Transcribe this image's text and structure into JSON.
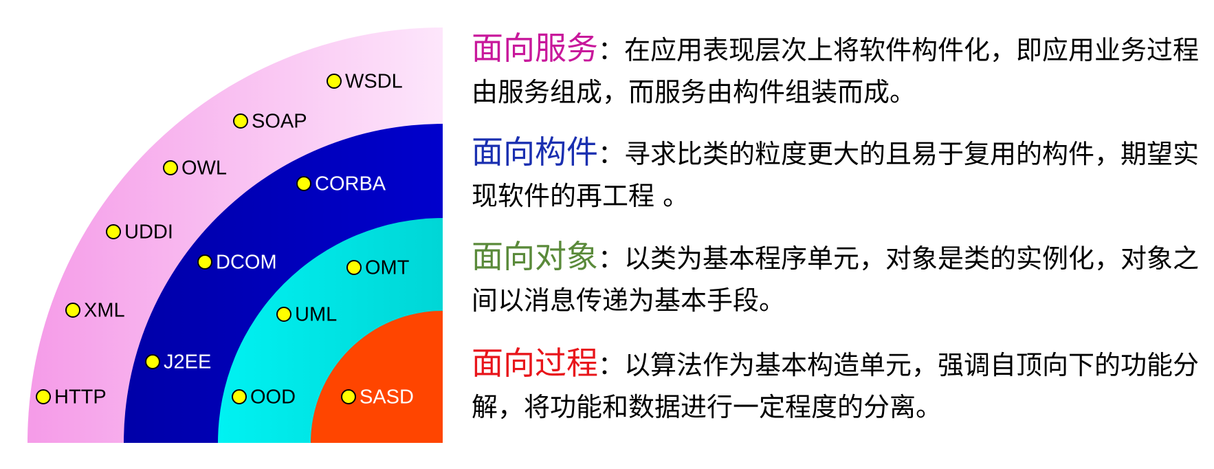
{
  "colors": {
    "rings": [
      "#f7a3ef",
      "#0000c0",
      "#00e6e6",
      "#ff4500"
    ],
    "dot_fill": "#ffff00",
    "dot_stroke": "#000000",
    "label_dark": "#000000",
    "label_light": "#ffffff"
  },
  "rings": [
    {
      "id": "services",
      "dots": [
        {
          "label": "WSDL"
        },
        {
          "label": "SOAP"
        },
        {
          "label": "OWL"
        },
        {
          "label": "UDDI"
        },
        {
          "label": "XML"
        },
        {
          "label": "HTTP"
        }
      ]
    },
    {
      "id": "components",
      "dots": [
        {
          "label": "CORBA"
        },
        {
          "label": "DCOM"
        },
        {
          "label": "J2EE"
        }
      ]
    },
    {
      "id": "objects",
      "dots": [
        {
          "label": "OMT"
        },
        {
          "label": "UML"
        },
        {
          "label": "OOD"
        }
      ]
    },
    {
      "id": "process",
      "dots": [
        {
          "label": "SASD"
        }
      ]
    }
  ],
  "paragraphs": [
    {
      "heading": "面向服务",
      "heading_color": "#c8189b",
      "colon": "：",
      "body": "在应用表现层次上将软件构件化，即应用业务过程由服务组成，而服务由构件组装而成。"
    },
    {
      "heading": "面向构件",
      "heading_color": "#1a2fb0",
      "colon": "：",
      "body": "寻求比类的粒度更大的且易于复用的构件，期望实现软件的再工程 。"
    },
    {
      "heading": "面向对象",
      "heading_color": "#5a8a3a",
      "colon": "：",
      "body": "以类为基本程序单元，对象是类的实例化，对象之间以消息传递为基本手段。"
    },
    {
      "heading": "面向过程",
      "heading_color": "#e8151b",
      "colon": "：",
      "body": "以算法作为基本构造单元，强调自顶向下的功能分解，将功能和数据进行一定程度的分离。"
    }
  ]
}
